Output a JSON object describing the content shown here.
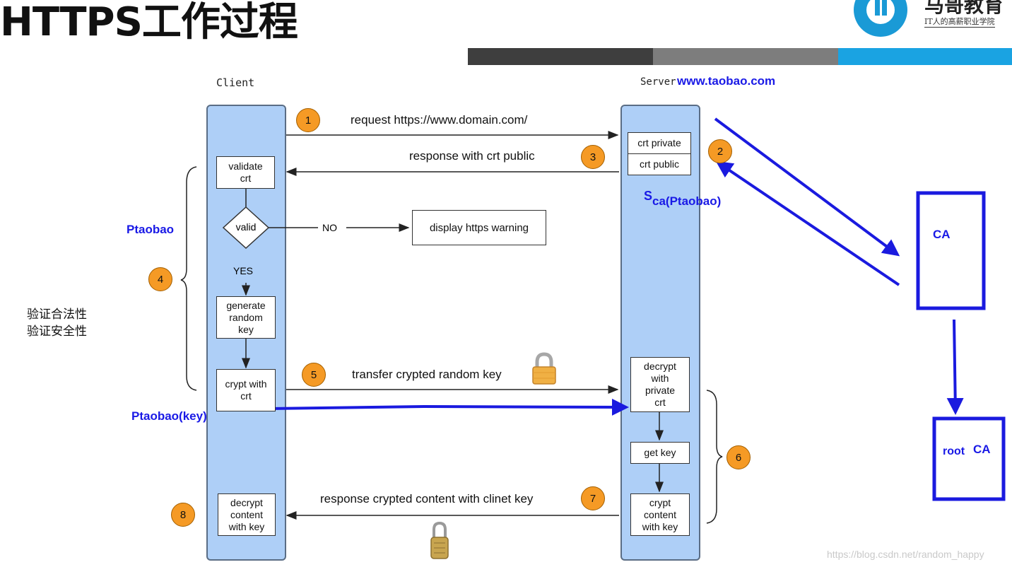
{
  "header": {
    "title": "HTTPS工作过程",
    "logo_name": "马哥教育",
    "logo_tagline": "IT人的高薪职业学院"
  },
  "lanes": {
    "client": "Client",
    "server": "Server",
    "server_host": "www.taobao.com"
  },
  "client_boxes": {
    "validate": "validate crt",
    "valid": "valid",
    "yes": "YES",
    "no": "NO",
    "warning": "display https warning",
    "generate": "generate random key",
    "crypt": "crypt with crt",
    "decrypt": "decrypt content with key"
  },
  "server_boxes": {
    "crt_private": "crt private",
    "crt_public": "crt public",
    "decrypt": "decrypt with private crt",
    "get_key": "get key",
    "crypt": "crypt content with key"
  },
  "messages": {
    "m1": "request https://www.domain.com/",
    "m3": "response with crt public",
    "m5": "transfer crypted random key",
    "m7": "response crypted content with clinet key"
  },
  "steps": [
    "1",
    "2",
    "3",
    "4",
    "5",
    "6",
    "7",
    "8"
  ],
  "annotations": {
    "ptaobao": "Ptaobao",
    "ptaobao_key": "Ptaobao(key)",
    "s_main": "S",
    "s_sub": "ca(Ptaobao)",
    "cjk_line1": "验证合法性",
    "cjk_line2": "验证安全性",
    "ca": "CA",
    "root": "root",
    "root_ca": "CA"
  },
  "watermark": "https://blog.csdn.net/random_happy",
  "colors": {
    "lane": "#aecff7",
    "step": "#f59a25",
    "annotation": "#1919e6"
  }
}
